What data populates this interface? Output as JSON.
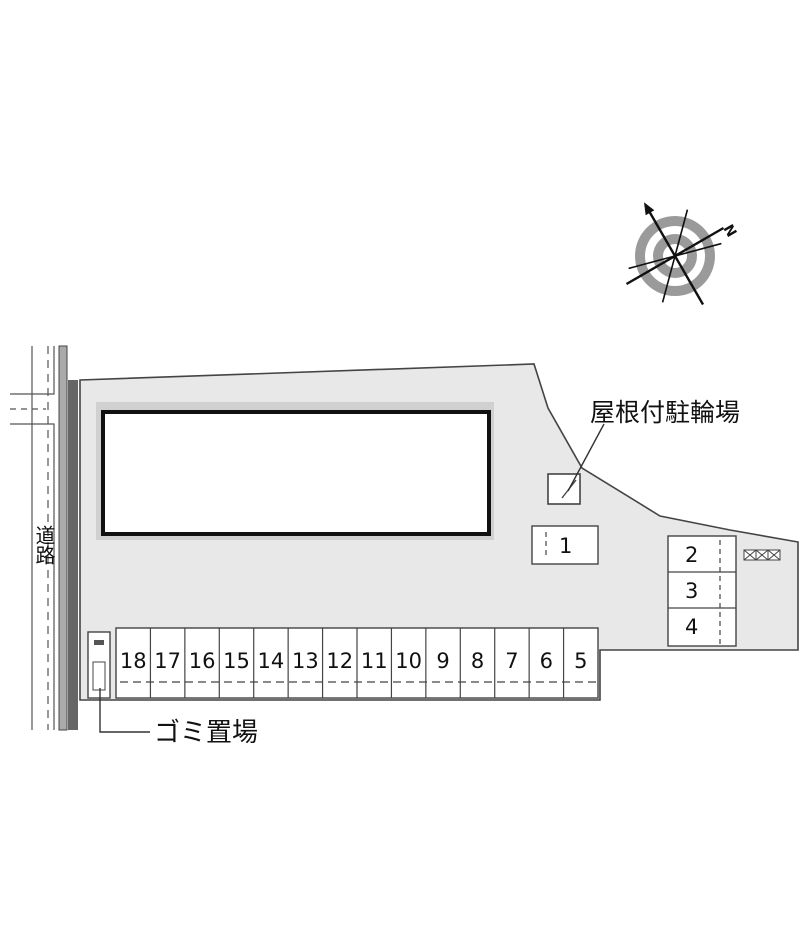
{
  "labels": {
    "road": "道路",
    "bicycle_parking": "屋根付駐輪場",
    "garbage_area": "ゴミ置場"
  },
  "compass": {
    "north_letter": "N"
  },
  "parking": {
    "bottom_row": [
      "18",
      "17",
      "16",
      "15",
      "14",
      "13",
      "12",
      "11",
      "10",
      "9",
      "8",
      "7",
      "6",
      "5"
    ],
    "right_column": [
      "2",
      "3",
      "4"
    ],
    "near_building": "1"
  }
}
